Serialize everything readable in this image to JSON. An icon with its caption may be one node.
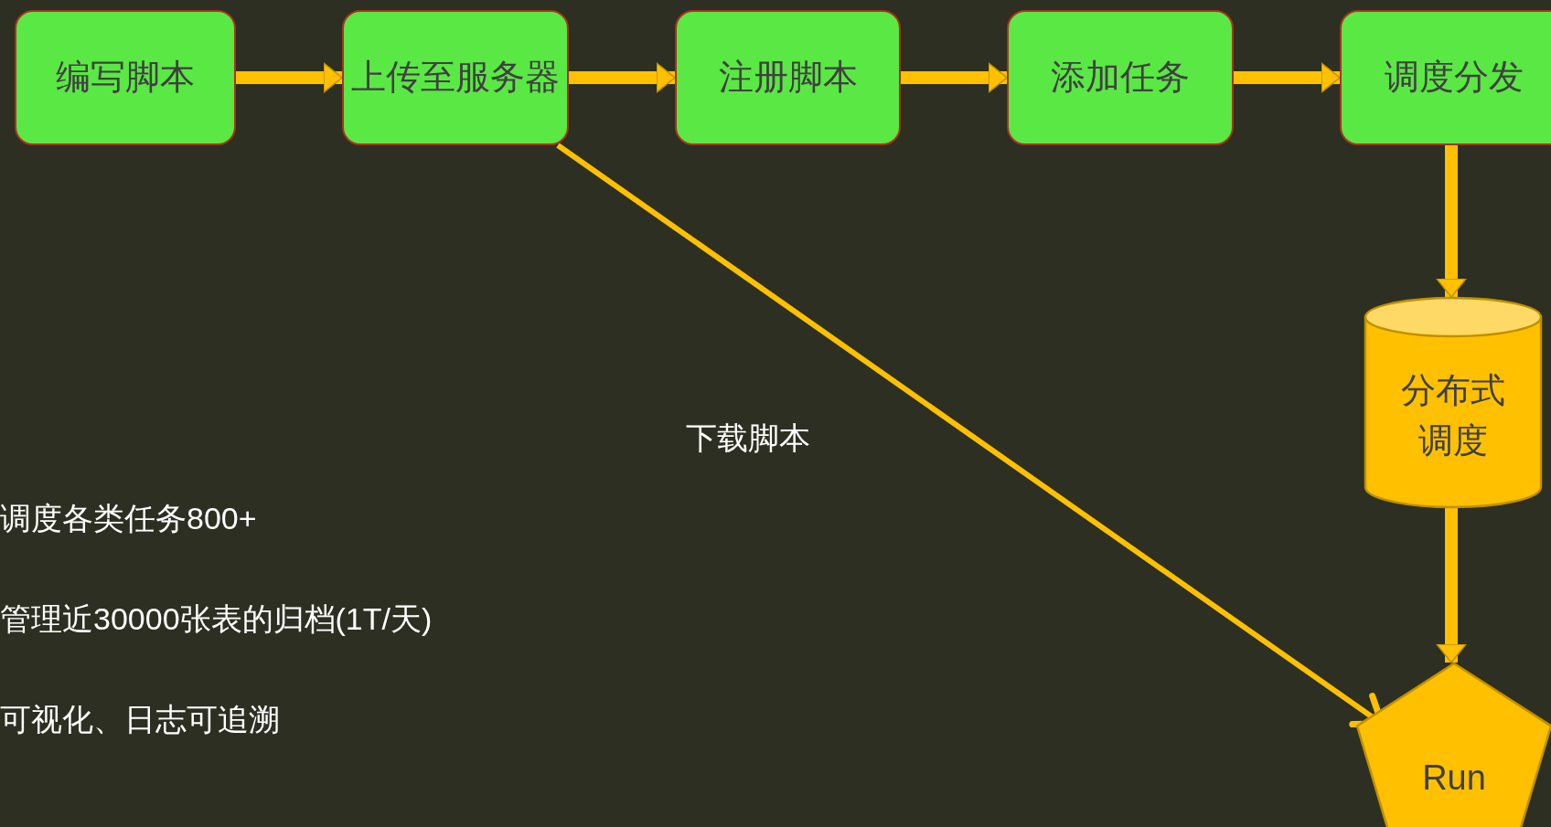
{
  "diagram": {
    "nodes": [
      {
        "text": [
          "编写脚本"
        ]
      },
      {
        "text": [
          "上传至服务器"
        ]
      },
      {
        "text": [
          "注册脚本"
        ]
      },
      {
        "text": [
          "添加任务"
        ]
      },
      {
        "text": [
          "调度分发"
        ]
      },
      {
        "text": [
          "分布式调度"
        ]
      },
      {
        "text": [
          "Run"
        ]
      }
    ],
    "edges": [
      {
        "from": 0,
        "to": 1,
        "arrow": "to"
      },
      {
        "from": 1,
        "to": 2,
        "arrow": "to"
      },
      {
        "from": 2,
        "to": 3,
        "arrow": "to"
      },
      {
        "from": 3,
        "to": 4,
        "arrow": "to"
      },
      {
        "from": 4,
        "to": 5,
        "arrow": "to"
      },
      {
        "from": 5,
        "to": 6,
        "arrow": "to"
      },
      {
        "from": 1,
        "to": 6,
        "arrow": "to",
        "label": "下载脚本"
      }
    ],
    "labels": [
      "调度各类任务800+",
      "管理近30000张表的归档(1T/天)",
      "可视化、日志可追溯"
    ]
  }
}
